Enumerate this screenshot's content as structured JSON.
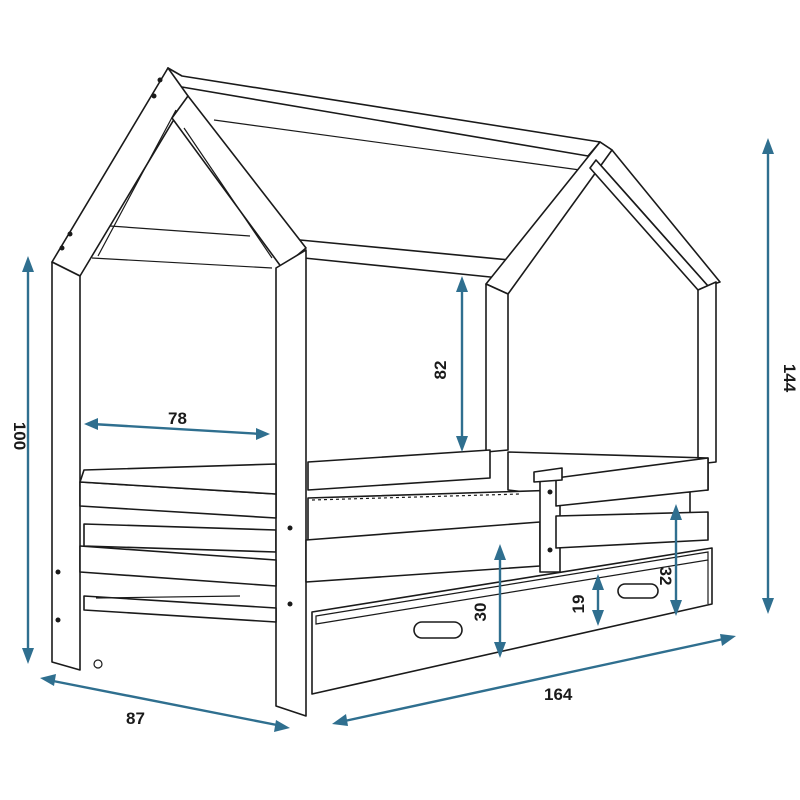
{
  "colors": {
    "dimension": "#2f6f8f",
    "outline": "#1a1a1a",
    "background": "#ffffff"
  },
  "dimensions": {
    "width_inner": "78",
    "roof_clearance": "82",
    "height_side": "100",
    "height_total": "144",
    "depth": "87",
    "length": "164",
    "rail_height": "32",
    "drawer_height": "30",
    "drawer_front": "19"
  }
}
